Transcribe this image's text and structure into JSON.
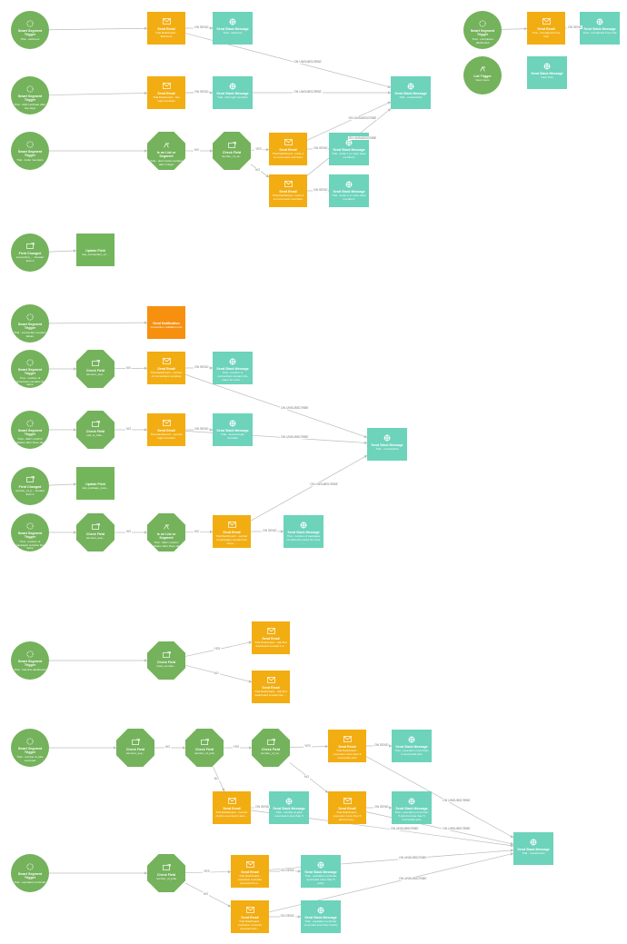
{
  "colors": {
    "trigger": "#74b25c",
    "check": "#74b25c",
    "email": "#f2ad12",
    "notification": "#f7900f",
    "slack": "#6dd3bb",
    "update": "#73b55a",
    "edge": "#bcbcbc"
  },
  "nodes": [
    {
      "id": "n1",
      "type": "trigger",
      "icon": "clock-icon",
      "title": "Smart Segment Trigger",
      "sub": "Trial - welcome"
    },
    {
      "id": "n2",
      "type": "email",
      "icon": "envelope-icon",
      "title": "Send Email",
      "sub": "Trial Dashboard - Welcome"
    },
    {
      "id": "n3",
      "type": "slack",
      "icon": "slack-icon",
      "title": "Send Slack Message",
      "sub": "Trial - welcome"
    },
    {
      "id": "n4",
      "type": "trigger",
      "icon": "clock-icon",
      "title": "Smart Segment Trigger",
      "sub": "Trial - didn't activate after two days"
    },
    {
      "id": "n5",
      "type": "email",
      "icon": "envelope-icon",
      "title": "Send Email",
      "sub": "Trial Dashboard - Not login reminder"
    },
    {
      "id": "n6",
      "type": "slack",
      "icon": "slack-icon",
      "title": "Send Slack Message",
      "sub": "Trial - Not login reminder"
    },
    {
      "id": "n7",
      "type": "slack",
      "icon": "slack-icon",
      "title": "Send Slack Message",
      "sub": "Trial - unsubscribe"
    },
    {
      "id": "n8",
      "type": "trigger",
      "icon": "clock-icon",
      "title": "Smart Segment Trigger",
      "sub": "Trial - invite members"
    },
    {
      "id": "n9",
      "type": "check",
      "icon": "list-icon",
      "title": "Is on List or Segment",
      "sub": "Trial - don't invite member after 3 days"
    },
    {
      "id": "n10",
      "type": "check",
      "icon": "field-icon",
      "title": "Check Field",
      "sub": "number_of_se..."
    },
    {
      "id": "n11",
      "type": "email",
      "icon": "envelope-icon",
      "title": "Send Email",
      "sub": "Trial Dashboard - invite 1 or more team members"
    },
    {
      "id": "n12",
      "type": "slack",
      "icon": "slack-icon",
      "title": "Send Slack Message",
      "sub": "Trial - invite 1 or more team members"
    },
    {
      "id": "n13",
      "type": "email",
      "icon": "envelope-icon",
      "title": "Send Email",
      "sub": "Trial Dashboard - invite 2 or more team members"
    },
    {
      "id": "n14",
      "type": "slack",
      "icon": "slack-icon",
      "title": "Send Slack Message",
      "sub": "Trial - invite 2 or more team members"
    },
    {
      "id": "n15",
      "type": "trigger",
      "icon": "clock-icon",
      "title": "Smart Segment Trigger",
      "sub": "Trial - completed dashboard"
    },
    {
      "id": "n16",
      "type": "email",
      "icon": "envelope-icon",
      "title": "Send Email",
      "sub": "Trial - Completed Free trial"
    },
    {
      "id": "n17",
      "type": "slack",
      "icon": "slack-icon",
      "title": "Send Slack Message",
      "sub": "Trial - Completed Free trial"
    },
    {
      "id": "n18",
      "type": "trigger",
      "icon": "list-icon",
      "title": "List Trigger",
      "sub": "New Users"
    },
    {
      "id": "n19",
      "type": "slack",
      "icon": "slack-icon",
      "title": "Send Slack Message",
      "sub": "New Trial"
    },
    {
      "id": "n20",
      "type": "trigger",
      "icon": "field-icon",
      "title": "Field Changed",
      "sub": "connection_... Greater than 0"
    },
    {
      "id": "n21",
      "type": "update",
      "icon": "",
      "title": "Update Field",
      "sub": "last_connection_on..."
    },
    {
      "id": "n22",
      "type": "trigger",
      "icon": "clock-icon",
      "title": "Smart Segment Trigger",
      "sub": "Trial - connection creation failure"
    },
    {
      "id": "n23",
      "type": "notification",
      "icon": "",
      "title": "Send Notification",
      "sub": "connection validation test"
    },
    {
      "id": "n24",
      "type": "trigger",
      "icon": "clock-icon",
      "title": "Smart Segment Trigger",
      "sub": "Trial - number of connections remains the same"
    },
    {
      "id": "n25",
      "type": "check",
      "icon": "field-icon",
      "title": "Check Field",
      "sub": "element_sep..."
    },
    {
      "id": "n26",
      "type": "email",
      "icon": "envelope-icon",
      "title": "Send Email",
      "sub": "Trial Dashboard - number of connections template ..."
    },
    {
      "id": "n27",
      "type": "slack",
      "icon": "slack-icon",
      "title": "Send Slack Message",
      "sub": "Trial - number of connections remains the same for more ..."
    },
    {
      "id": "n28",
      "type": "trigger",
      "icon": "clock-icon",
      "title": "Smart Segment Trigger",
      "sub": "Trial - didn't confirm invitation after three days"
    },
    {
      "id": "n29",
      "type": "check",
      "icon": "field-icon",
      "title": "Check Field",
      "sub": "last_is_hide..."
    },
    {
      "id": "n30",
      "type": "email",
      "icon": "envelope-icon",
      "title": "Send Email",
      "sub": "Trial Dashboard - second login reminder"
    },
    {
      "id": "n31",
      "type": "slack",
      "icon": "slack-icon",
      "title": "Send Slack Message",
      "sub": "Trial - second login reminder"
    },
    {
      "id": "n32",
      "type": "slack",
      "icon": "slack-icon",
      "title": "Send Slack Message",
      "sub": "Trial - unsubscribe"
    },
    {
      "id": "n33",
      "type": "trigger",
      "icon": "field-icon",
      "title": "Field Changed",
      "sub": "number_of_p... Greater than 0"
    },
    {
      "id": "n34",
      "type": "update",
      "icon": "",
      "title": "Update Field",
      "sub": "last_package_neta..."
    },
    {
      "id": "n35",
      "type": "trigger",
      "icon": "clock-icon",
      "title": "Smart Segment Trigger",
      "sub": "Trial - number of packages remains the same"
    },
    {
      "id": "n36",
      "type": "check",
      "icon": "field-icon",
      "title": "Check Field",
      "sub": "element_sep..."
    },
    {
      "id": "n37",
      "type": "check",
      "icon": "list-icon",
      "title": "Is on List or Segment",
      "sub": "Trial - didn't confirm invitation after three days"
    },
    {
      "id": "n38",
      "type": "email",
      "icon": "envelope-icon",
      "title": "Send Email",
      "sub": "Trial Dashboard - number of packages remains the same ..."
    },
    {
      "id": "n39",
      "type": "slack",
      "icon": "slack-icon",
      "title": "Send Slack Message",
      "sub": "Trial - number of packages remains the same for more ..."
    },
    {
      "id": "n40",
      "type": "trigger",
      "icon": "clock-icon",
      "title": "Smart Segment Trigger",
      "sub": "Trial - trial first dashboard"
    },
    {
      "id": "n41",
      "type": "check",
      "icon": "field-icon",
      "title": "Check Field",
      "sub": "trials_number..."
    },
    {
      "id": "n42",
      "type": "email",
      "icon": "envelope-icon",
      "title": "Send Email",
      "sub": "Trial Dashboard - trial first dashboard created 1 d..."
    },
    {
      "id": "n43",
      "type": "email",
      "icon": "envelope-icon",
      "title": "Send Email",
      "sub": "Trial Dashboard - trial first dashboard created two ..."
    },
    {
      "id": "n44",
      "type": "trigger",
      "icon": "clock-icon",
      "title": "Smart Segment Trigger",
      "sub": "Trial - number of jobs executed"
    },
    {
      "id": "n45",
      "type": "check",
      "icon": "field-icon",
      "title": "Check Field",
      "sub": "element_sep..."
    },
    {
      "id": "n46",
      "type": "check",
      "icon": "field-icon",
      "title": "Check Field",
      "sub": "number_of_jobs"
    },
    {
      "id": "n47",
      "type": "check",
      "icon": "field-icon",
      "title": "Check Field",
      "sub": "number_of_so..."
    },
    {
      "id": "n48",
      "type": "email",
      "icon": "envelope-icon",
      "title": "Send Email",
      "sub": "Trial Dashboard - execution more than 5 successful jobs"
    },
    {
      "id": "n49",
      "type": "slack",
      "icon": "slack-icon",
      "title": "Send Slack Message",
      "sub": "Trial - execution more than 5 successful jobs"
    },
    {
      "id": "n50",
      "type": "email",
      "icon": "envelope-icon",
      "title": "Send Email",
      "sub": "Trial Dashboard - number of jobs executed is less ..."
    },
    {
      "id": "n51",
      "type": "slack",
      "icon": "slack-icon",
      "title": "Send Slack Message",
      "sub": "Trial - number of jobs executed is less than 5"
    },
    {
      "id": "n52",
      "type": "email",
      "icon": "envelope-icon",
      "title": "Send Email",
      "sub": "Trial Dashboard - execution more than 5 jobs but les..."
    },
    {
      "id": "n53",
      "type": "slack",
      "icon": "slack-icon",
      "title": "Send Slack Message",
      "sub": "Trial - execution more than 5 jobs but less than 5 successful jobs"
    },
    {
      "id": "n54",
      "type": "slack",
      "icon": "slack-icon",
      "title": "Send Slack Message",
      "sub": "Trial - unsubscribe"
    },
    {
      "id": "n55",
      "type": "trigger",
      "icon": "clock-icon",
      "title": "Smart Segment Trigger",
      "sub": "Trial - expiration reminder"
    },
    {
      "id": "n56",
      "type": "check",
      "icon": "field-icon",
      "title": "Check Field",
      "sub": "number_of_jobs"
    },
    {
      "id": "n57",
      "type": "email",
      "icon": "envelope-icon",
      "title": "Send Email",
      "sub": "Trial Dashboard - expiration reminder (executed 5 jo..."
    },
    {
      "id": "n58",
      "type": "slack",
      "icon": "slack-icon",
      "title": "Send Slack Message",
      "sub": "Trial - expiration reminder (executed more than 5 jobs)"
    },
    {
      "id": "n59",
      "type": "email",
      "icon": "envelope-icon",
      "title": "Send Email",
      "sub": "Trial Dashboard - expiration reminder executed less ..."
    },
    {
      "id": "n60",
      "type": "slack",
      "icon": "slack-icon",
      "title": "Send Slack Message",
      "sub": "Trial - expiration reminder (executed less than 5 jobs)"
    }
  ],
  "edges": [
    {
      "from": "n1",
      "to": "n2",
      "label": ""
    },
    {
      "from": "n2",
      "to": "n3",
      "label": "ON SEND"
    },
    {
      "from": "n2",
      "to": "n7",
      "label": "ON UNSUBSCRIBE"
    },
    {
      "from": "n4",
      "to": "n5",
      "label": ""
    },
    {
      "from": "n5",
      "to": "n6",
      "label": "ON SEND"
    },
    {
      "from": "n5",
      "to": "n7",
      "label": "ON UNSUBSCRIBE"
    },
    {
      "from": "n8",
      "to": "n9",
      "label": ""
    },
    {
      "from": "n9",
      "to": "n10",
      "label": "NO"
    },
    {
      "from": "n10",
      "to": "n11",
      "label": "YES"
    },
    {
      "from": "n10",
      "to": "n13",
      "label": "NO"
    },
    {
      "from": "n11",
      "to": "n12",
      "label": "ON SEND"
    },
    {
      "from": "n13",
      "to": "n14",
      "label": "ON SEND"
    },
    {
      "from": "n11",
      "to": "n7",
      "label": "ON UNSUBSCRIBE"
    },
    {
      "from": "n13",
      "to": "n7",
      "label": "ON UNSUBSCRIBE"
    },
    {
      "from": "n15",
      "to": "n16",
      "label": ""
    },
    {
      "from": "n16",
      "to": "n17",
      "label": "ON SEND"
    },
    {
      "from": "n20",
      "to": "n21",
      "label": ""
    },
    {
      "from": "n22",
      "to": "n23",
      "label": ""
    },
    {
      "from": "n24",
      "to": "n25",
      "label": ""
    },
    {
      "from": "n25",
      "to": "n26",
      "label": "NO"
    },
    {
      "from": "n26",
      "to": "n27",
      "label": "ON SEND"
    },
    {
      "from": "n26",
      "to": "n32",
      "label": "ON UNSUBSCRIBE"
    },
    {
      "from": "n28",
      "to": "n29",
      "label": ""
    },
    {
      "from": "n29",
      "to": "n30",
      "label": "NO"
    },
    {
      "from": "n30",
      "to": "n31",
      "label": "ON SEND"
    },
    {
      "from": "n30",
      "to": "n32",
      "label": "ON UNSUBSCRIBE"
    },
    {
      "from": "n33",
      "to": "n34",
      "label": ""
    },
    {
      "from": "n35",
      "to": "n36",
      "label": ""
    },
    {
      "from": "n36",
      "to": "n37",
      "label": "NO"
    },
    {
      "from": "n37",
      "to": "n38",
      "label": "NO"
    },
    {
      "from": "n38",
      "to": "n39",
      "label": "ON SEND"
    },
    {
      "from": "n38",
      "to": "n32",
      "label": "ON UNSUBSCRIBE"
    },
    {
      "from": "n40",
      "to": "n41",
      "label": ""
    },
    {
      "from": "n41",
      "to": "n42",
      "label": "YES"
    },
    {
      "from": "n41",
      "to": "n43",
      "label": "NO"
    },
    {
      "from": "n44",
      "to": "n45",
      "label": ""
    },
    {
      "from": "n45",
      "to": "n46",
      "label": "NO"
    },
    {
      "from": "n46",
      "to": "n47",
      "label": "YES"
    },
    {
      "from": "n46",
      "to": "n50",
      "label": "NO"
    },
    {
      "from": "n47",
      "to": "n48",
      "label": "YES"
    },
    {
      "from": "n47",
      "to": "n52",
      "label": "NO"
    },
    {
      "from": "n48",
      "to": "n49",
      "label": "ON SEND"
    },
    {
      "from": "n50",
      "to": "n51",
      "label": "ON SEND"
    },
    {
      "from": "n52",
      "to": "n53",
      "label": "ON SEND"
    },
    {
      "from": "n48",
      "to": "n54",
      "label": "ON UNSUBSCRIBE"
    },
    {
      "from": "n52",
      "to": "n54",
      "label": "ON UNSUBSCRIBE"
    },
    {
      "from": "n50",
      "to": "n54",
      "label": "ON UNSUBSCRIBE"
    },
    {
      "from": "n55",
      "to": "n56",
      "label": ""
    },
    {
      "from": "n56",
      "to": "n57",
      "label": "YES"
    },
    {
      "from": "n56",
      "to": "n59",
      "label": "NO"
    },
    {
      "from": "n57",
      "to": "n58",
      "label": "ON SEND"
    },
    {
      "from": "n59",
      "to": "n60",
      "label": "ON SEND"
    },
    {
      "from": "n57",
      "to": "n54",
      "label": "ON UNSUBSCRIBE"
    },
    {
      "from": "n59",
      "to": "n54",
      "label": "ON UNSUBSCRIBE"
    }
  ]
}
